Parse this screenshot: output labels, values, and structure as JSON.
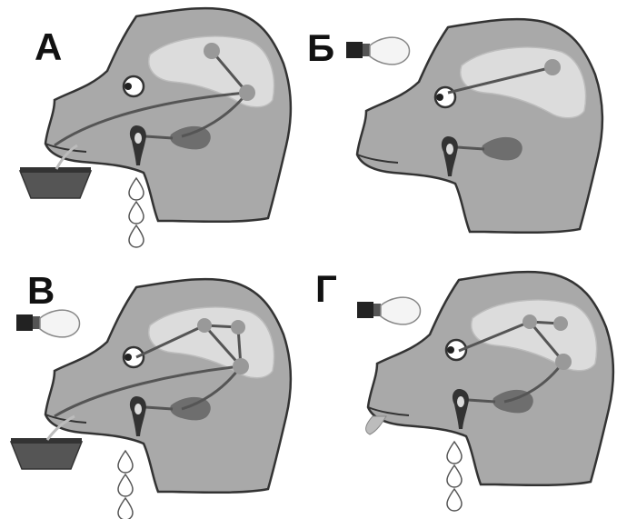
{
  "panels": [
    {
      "id": "A",
      "label": "А",
      "light": false,
      "bowl": true,
      "drops": true,
      "tongue": false,
      "cortex_link": false
    },
    {
      "id": "B",
      "label": "Б",
      "light": true,
      "bowl": false,
      "drops": false,
      "tongue": false,
      "cortex_link": false
    },
    {
      "id": "V",
      "label": "В",
      "light": true,
      "bowl": true,
      "drops": true,
      "tongue": false,
      "cortex_link": true
    },
    {
      "id": "G",
      "label": "Г",
      "light": true,
      "bowl": false,
      "drops": true,
      "tongue": true,
      "cortex_link": true
    }
  ],
  "colors": {
    "head": "#a9a9a9",
    "brain": "#dcdcdc",
    "outline": "#333333",
    "nerve": "#555555",
    "gland": "#6e6e6e",
    "bowl": "#555555",
    "bulb": "#f4f4f4"
  }
}
